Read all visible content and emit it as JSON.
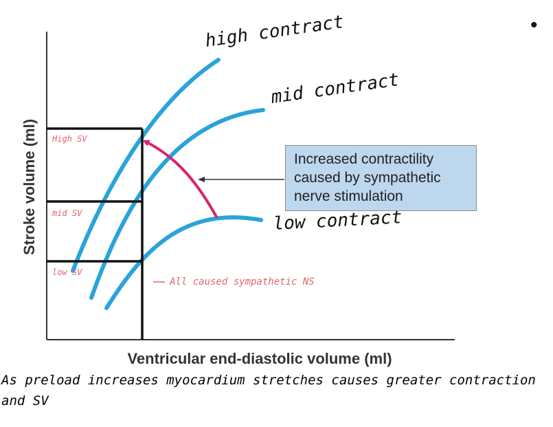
{
  "axes": {
    "ylabel": "Stroke volume (ml)",
    "xlabel": "Ventricular end-diastolic volume (ml)"
  },
  "curves": [
    {
      "id": "high",
      "label": "high contract",
      "color": "#2aa3db"
    },
    {
      "id": "mid",
      "label": "mid contract",
      "color": "#2aa3db"
    },
    {
      "id": "low",
      "label": "low contract",
      "color": "#2aa3db"
    }
  ],
  "sv_labels": {
    "high": "High SV",
    "mid": "mid SV",
    "low": "low SV"
  },
  "callout": {
    "lines": [
      "Increased contractility",
      "caused by sympathetic",
      "nerve stimulation"
    ]
  },
  "annotation_ns": "All caused sympathetic NS",
  "note": "As preload increases myocardium stretches causes greater contraction and SV",
  "bullet": "•",
  "colors": {
    "curve": "#2aa3db",
    "arrow": "#d6246e",
    "handwriting_red": "#e0656b",
    "callout_fill": "#bdd7ee"
  }
}
